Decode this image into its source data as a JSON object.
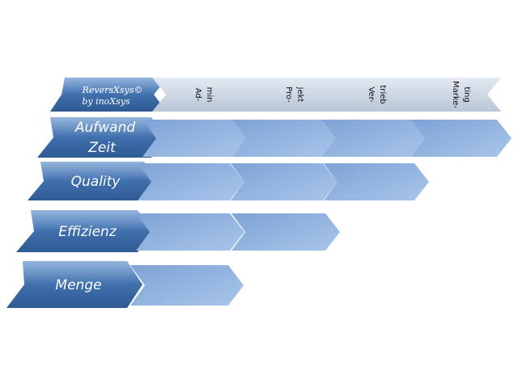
{
  "logo": {
    "line1": "ReversXsys©",
    "line2": "by inoXsys"
  },
  "columns": [
    {
      "line1": "Ad-",
      "line2": "min"
    },
    {
      "line1": "Pro-",
      "line2": "jekt"
    },
    {
      "line1": "Ver-",
      "line2": "trieb"
    },
    {
      "line1": "Marke-",
      "line2": "ting"
    }
  ],
  "rows": [
    {
      "line1": "Aufwand",
      "line2": "Zeit",
      "cells": 4
    },
    {
      "line1": "Quality",
      "line2": "",
      "cells": 3
    },
    {
      "line1": "Effizienz",
      "line2": "",
      "cells": 2
    },
    {
      "line1": "Menge",
      "line2": "",
      "cells": 1
    }
  ],
  "colors": {
    "dark_blue": "#3f6fac",
    "mid_blue": "#8aaede",
    "light_grey": "#c9d3df"
  }
}
